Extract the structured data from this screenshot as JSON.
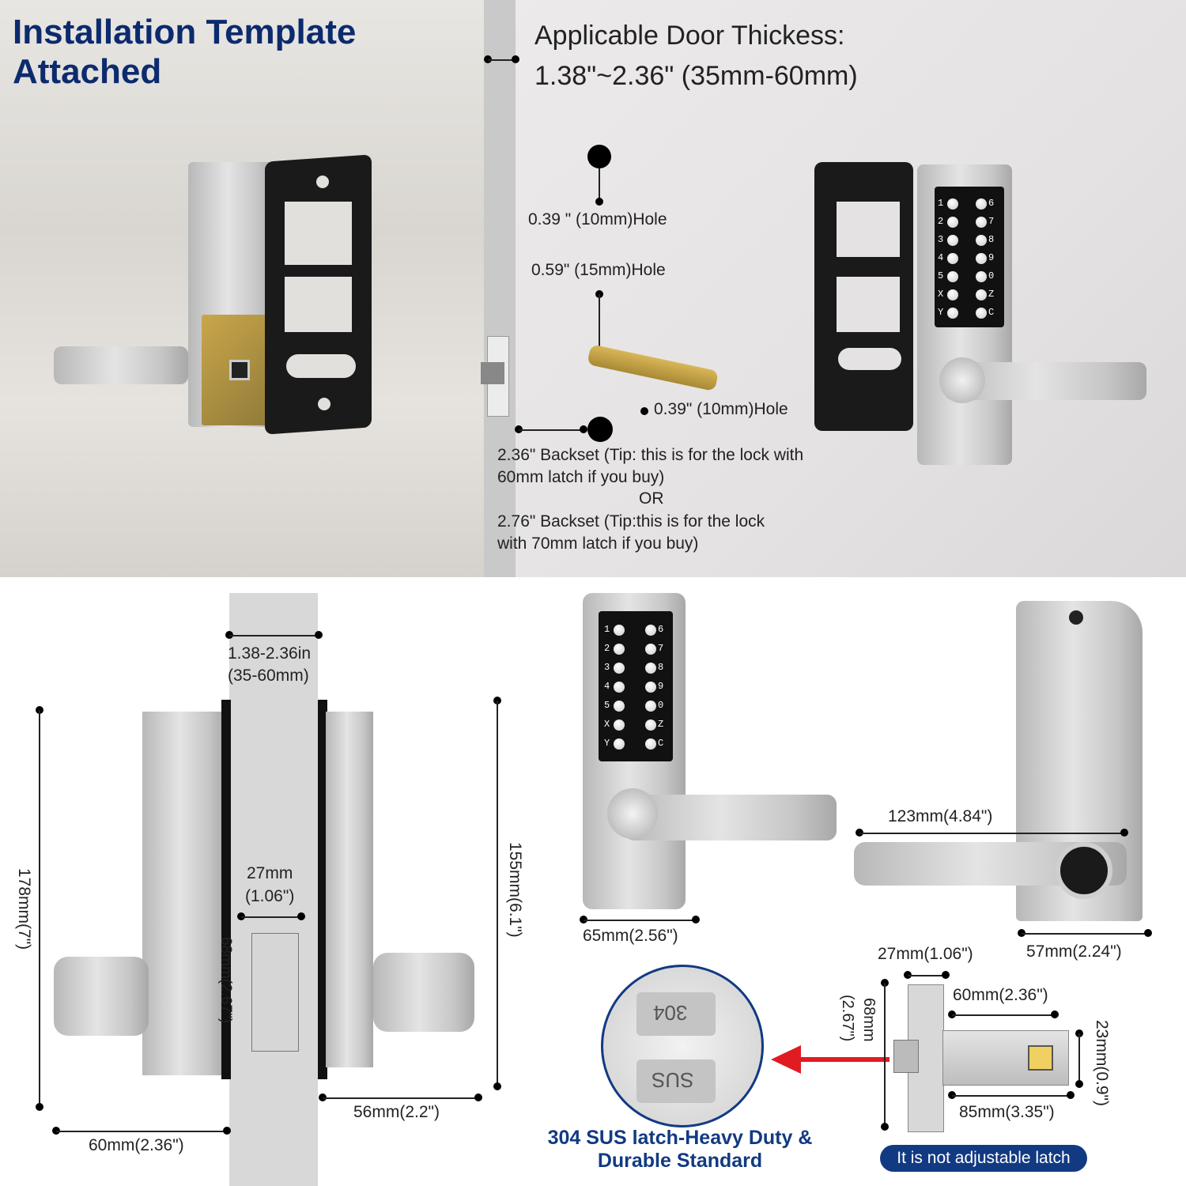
{
  "title": "Installation Template Attached",
  "door_thickness": {
    "heading": "Applicable Door Thickess:",
    "value": "1.38\"~2.36\" (35mm-60mm)"
  },
  "holes": {
    "hole_top": "0.39 \" (10mm)Hole",
    "hole_middle": "0.59\" (15mm)Hole",
    "hole_bottom": "0.39\" (10mm)Hole"
  },
  "backset": {
    "line1": "2.36\" Backset (Tip: this is for the lock with",
    "line2": "60mm latch if you buy)",
    "or": "OR",
    "line3": "2.76\" Backset (Tip:this is for the lock",
    "line4": "with 70mm latch if you buy)"
  },
  "keypad": {
    "left_keys": [
      "1",
      "2",
      "3",
      "4",
      "5",
      "X",
      "Y"
    ],
    "right_keys": [
      "6",
      "7",
      "8",
      "9",
      "0",
      "Z",
      "C"
    ]
  },
  "dimensions_side": {
    "door_range_in": "1.38-2.36in",
    "door_range_mm": "(35-60mm)",
    "height_total": "178mm(7\")",
    "height_inner": "155mm(6.1\")",
    "latch_width_a": "27mm",
    "latch_width_b": "(1.06\")",
    "latch_height": "68mm(2.67\")",
    "depth_outer": "60mm(2.36\")",
    "depth_inner": "56mm(2.2\")"
  },
  "dimensions_front": {
    "front_width": "65mm(2.56\")",
    "lever_length": "123mm(4.84\")",
    "back_width": "57mm(2.24\")"
  },
  "latch": {
    "plate_width": "27mm(1.06\")",
    "backset": "60mm(2.36\")",
    "plate_height_a": "68mm",
    "plate_height_b": "(2.67\")",
    "latch_depth": "23mm(0.9\")",
    "total_length": "85mm(3.35\")",
    "stamp_304": "304",
    "stamp_sus": "SUS"
  },
  "sus_caption": "304 SUS latch-Heavy Duty & Durable Standard",
  "not_adjustable": "It is not adjustable latch",
  "colors": {
    "title_blue": "#0c2a6e",
    "caption_blue": "#123a82",
    "arrow_red": "#e11b22"
  }
}
